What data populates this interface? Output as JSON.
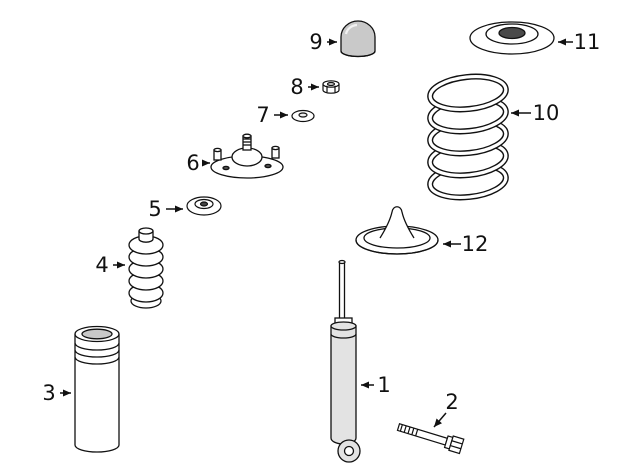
{
  "diagram": {
    "background_color": "#ffffff",
    "line_color": "#111111",
    "labels": [
      {
        "id": "1",
        "part": "shock-absorber"
      },
      {
        "id": "2",
        "part": "mounting-bolt"
      },
      {
        "id": "3",
        "part": "dust-boot-tube"
      },
      {
        "id": "4",
        "part": "bump-stop-bellows"
      },
      {
        "id": "5",
        "part": "mount-grommet"
      },
      {
        "id": "6",
        "part": "strut-mount"
      },
      {
        "id": "7",
        "part": "washer"
      },
      {
        "id": "8",
        "part": "nut"
      },
      {
        "id": "9",
        "part": "cap"
      },
      {
        "id": "10",
        "part": "coil-spring"
      },
      {
        "id": "11",
        "part": "upper-spring-pad"
      },
      {
        "id": "12",
        "part": "lower-spring-pad"
      }
    ]
  }
}
